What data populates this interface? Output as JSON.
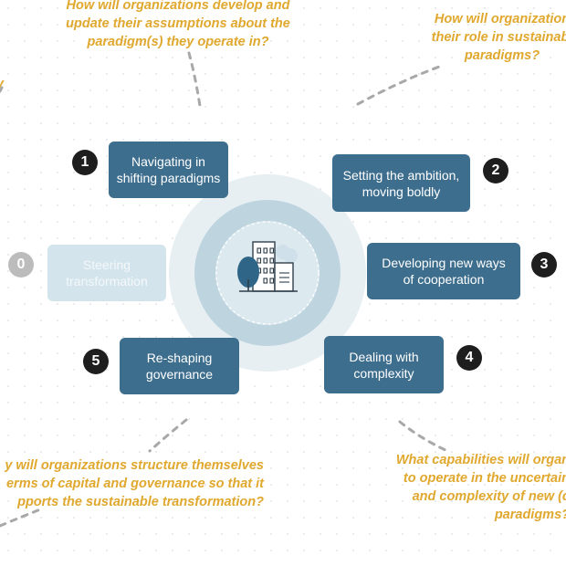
{
  "questions": {
    "top": "How will organizations develop and\nupdate their assumptions about the\nparadigm(s) they operate in?",
    "top_right": "How will organization\ntheir role in sustainabi\nparadigms?",
    "bottom_left": "y will organizations structure themselves\nerms of capital and governance so that it\npports the sustainable transformation?",
    "bottom_right": "What capabilities will organ\nto operate in the uncertain\nand complexity of new (c\nparadigms?",
    "left_fragment": "y"
  },
  "steps": [
    {
      "number": "0",
      "label": "Steering\ntransformation"
    },
    {
      "number": "1",
      "label": "Navigating in\nshifting paradigms"
    },
    {
      "number": "2",
      "label": "Setting the ambition,\nmoving boldly"
    },
    {
      "number": "3",
      "label": "Developing new ways\nof cooperation"
    },
    {
      "number": "4",
      "label": "Dealing with\ncomplexity"
    },
    {
      "number": "5",
      "label": "Re-shaping\ngovernance"
    }
  ],
  "center_icon": "building-and-tree-icon",
  "colors": {
    "question_text": "#e0a82e",
    "box": "#3e6e8e",
    "box_faded": "#d3e4ec",
    "number_badge": "#1e1e1e",
    "number_badge_faded": "#bcbcbc",
    "circle_outer": "#e7eff3",
    "circle_inner": "#bed5e0"
  }
}
